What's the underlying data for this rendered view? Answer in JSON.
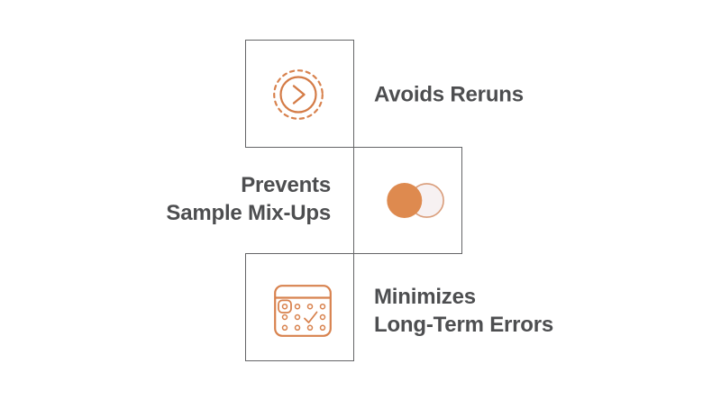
{
  "diagram": {
    "background_color": "#ffffff",
    "box_border_color": "#646567",
    "accent_color": "#d8824e",
    "accent_fill_color": "#de8a4f",
    "accent_light_fill_color": "#f7f1f2",
    "accent_light_stroke_color": "#d99c79",
    "text_color": "#4d4e50",
    "items": [
      {
        "id": "avoids-reruns",
        "icon": "play-circle-dashed-icon",
        "lines": [
          "Avoids Reruns"
        ],
        "label_side": "right"
      },
      {
        "id": "prevents-sample-mix-ups",
        "icon": "overlapping-circles-icon",
        "lines": [
          "Prevents",
          "Sample Mix-Ups"
        ],
        "label_side": "left"
      },
      {
        "id": "minimizes-long-term-errors",
        "icon": "calendar-check-icon",
        "lines": [
          "Minimizes",
          "Long-Term Errors"
        ],
        "label_side": "right"
      }
    ]
  }
}
